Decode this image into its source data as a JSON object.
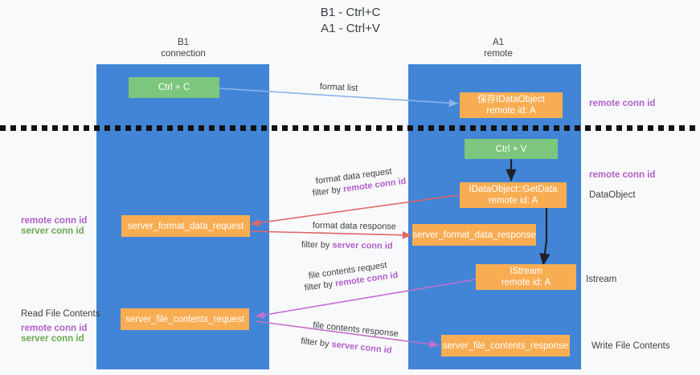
{
  "title": "B1 - Ctrl+C\nA1 - Ctrl+V",
  "lanes": [
    {
      "name": "B1",
      "subtitle": "connection"
    },
    {
      "name": "A1",
      "subtitle": "remote"
    }
  ],
  "lane_headers": {
    "left": "B1\nconnection",
    "right": "A1\nremote"
  },
  "nodes": {
    "ctrl_c": "Ctrl + C",
    "ctrl_v": "Ctrl + V",
    "save_idataobject_line1": "保存IDataObject",
    "save_idataobject_line2": "remote id: A",
    "getdata_line1": "IDataObject::GetData",
    "getdata_line2": "remote id: A",
    "istream_line1": "IStream",
    "istream_line2": "remote id: A",
    "server_format_data_request": "server_format_data_request",
    "server_format_data_response": "server_format_data_response",
    "server_file_contents_request": "server_file_contents_request",
    "server_file_contents_response": "server_file_contents_response"
  },
  "edges": {
    "format_list": "format list",
    "format_data_request": "format data request",
    "format_data_request_filter_prefix": "filter by ",
    "format_data_request_filter_key": "remote conn id",
    "format_data_response": "format data response",
    "format_data_response_filter_prefix": "filter by ",
    "format_data_response_filter_key": "server conn id",
    "file_contents_request": "file contents request",
    "file_contents_request_filter_prefix": "filter by ",
    "file_contents_request_filter_key": "remote conn id",
    "file_contents_response": "file contents response",
    "file_contents_response_filter_prefix": "filter by ",
    "file_contents_response_filter_key": "server conn id"
  },
  "annotations": {
    "right_remote_conn_id_top": "remote conn id",
    "right_remote_conn_id_mid": "remote conn id",
    "right_dataobject": "DataObject",
    "right_istream": "Istream",
    "right_write_file_contents": "Write File Contents",
    "left_remote_conn_id_mid": "remote conn id",
    "left_server_conn_id_mid": "server conn id",
    "left_read_file_contents": "Read File Contents",
    "left_remote_conn_id_bot": "remote conn id",
    "left_server_conn_id_bot": "server conn id"
  },
  "colors": {
    "lane": "#4285d6",
    "green_node": "#7dc67d",
    "orange_node": "#f9ad53",
    "purple_text": "#b15fc8",
    "green_text": "#6aa84f",
    "blue_arrow": "#8ab4e8",
    "red_arrow": "#e06666",
    "magenta_arrow": "#c26fd0",
    "black_arrow": "#202124",
    "background": "#f8f9fa"
  }
}
